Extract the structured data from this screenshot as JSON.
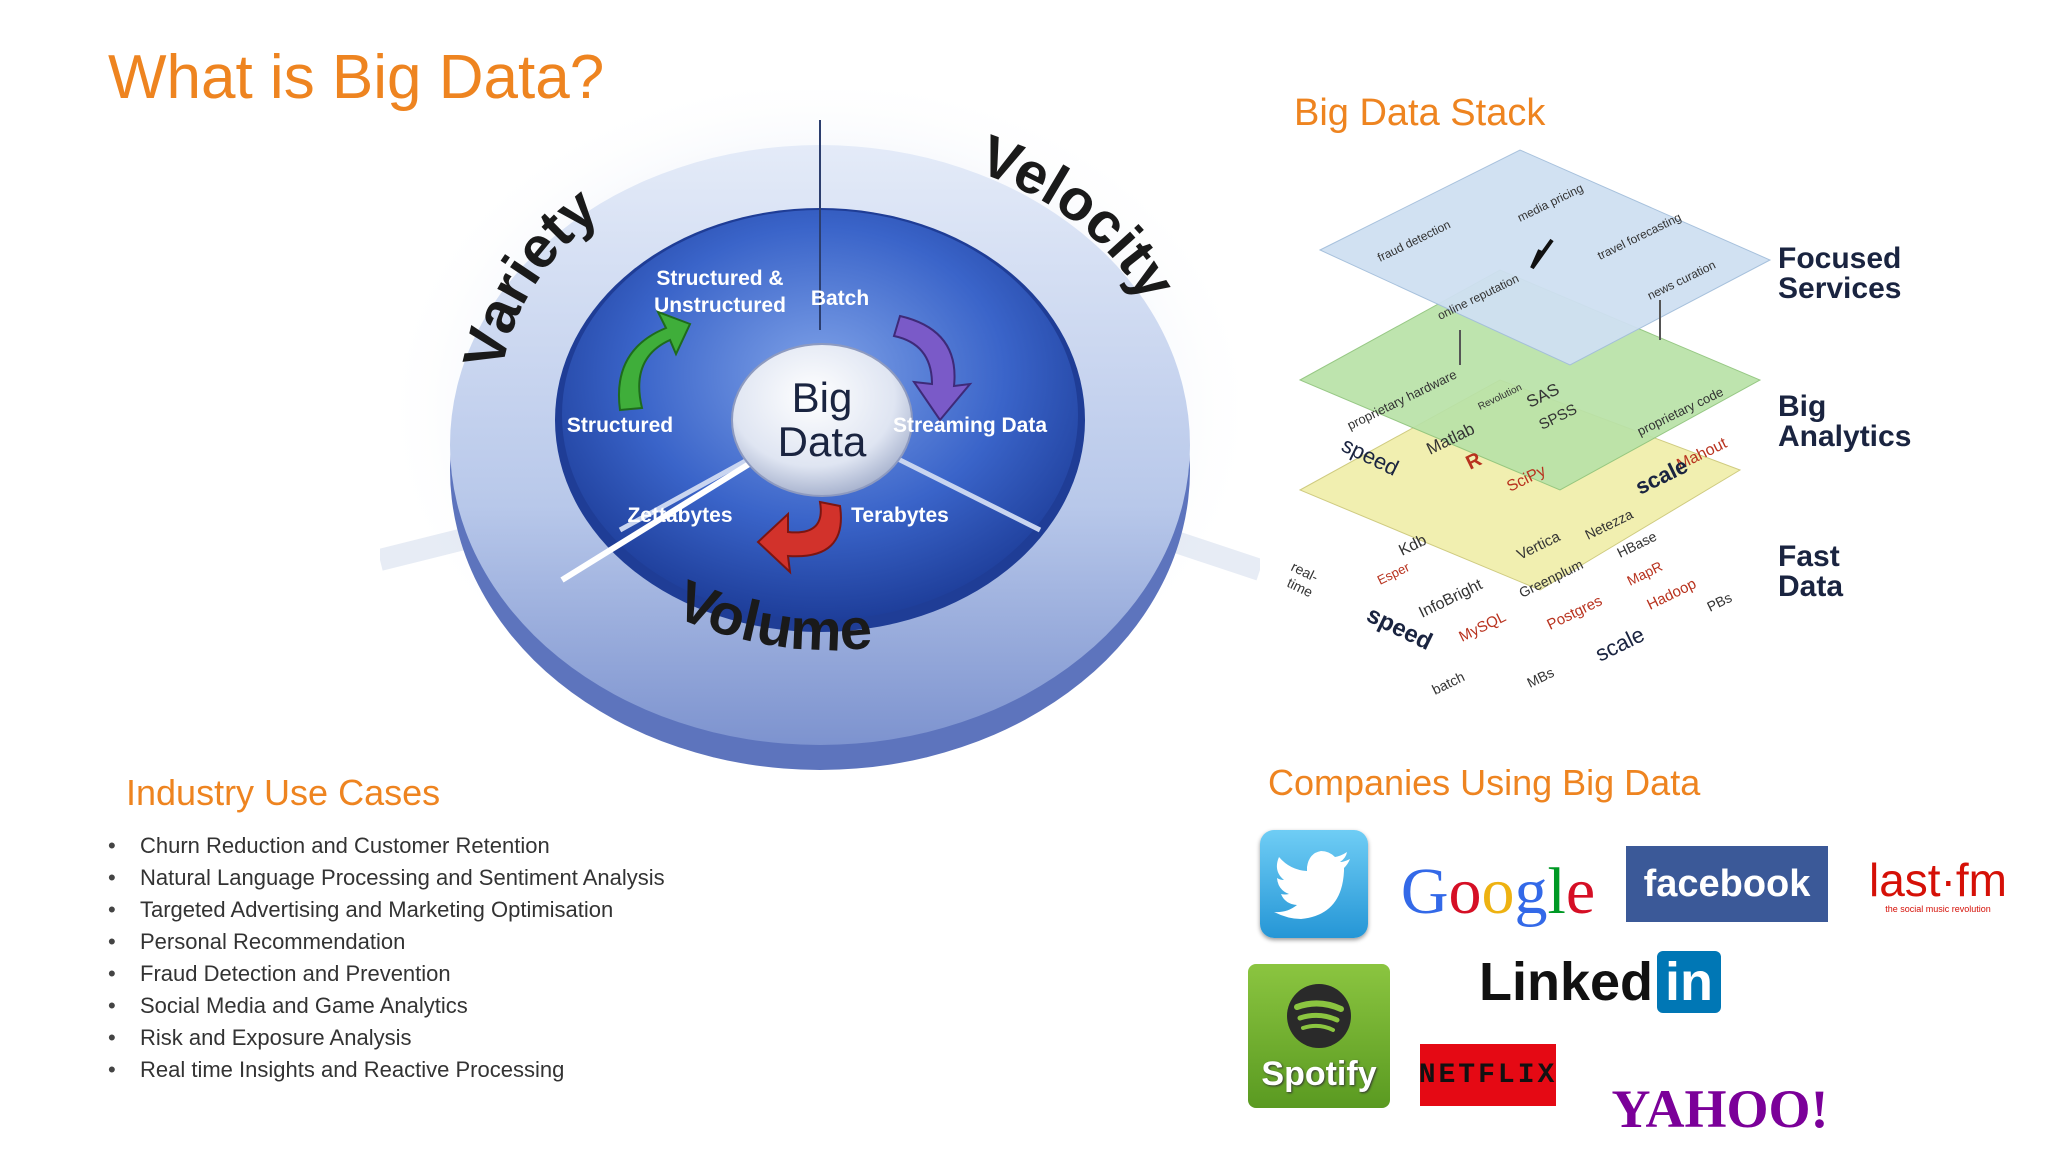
{
  "page": {
    "title": "What is Big Data?",
    "colors": {
      "accent": "#ee8420",
      "body_text": "#333333"
    }
  },
  "vvv_diagram": {
    "ring_labels": [
      "Variety",
      "Velocity",
      "Volume"
    ],
    "center": [
      "Big",
      "Data"
    ],
    "segments": {
      "structured_unstructured": [
        "Structured &",
        "Unstructured"
      ],
      "batch": "Batch",
      "structured": "Structured",
      "streaming": "Streaming Data",
      "zettabytes": "Zettabytes",
      "terabytes": "Terabytes"
    },
    "icons": [
      "green-arrow-icon",
      "purple-arrow-icon",
      "red-arrow-icon"
    ]
  },
  "stack": {
    "title": "Big Data Stack",
    "layers": [
      {
        "name": [
          "Focused",
          "Services"
        ],
        "color": "#cfe0f2",
        "items": [
          "fraud detection",
          "media pricing",
          "travel forecasting",
          "online reputation",
          "news curation"
        ]
      },
      {
        "name": [
          "Big",
          "Analytics"
        ],
        "color": "#b9e2a8",
        "items": [
          "proprietary hardware",
          "Revolution",
          "SAS",
          "SPSS",
          "proprietary code",
          "Matlab",
          "R",
          "SciPy",
          "Mahout"
        ]
      },
      {
        "name": [
          "Fast",
          "Data"
        ],
        "color": "#f1efb0",
        "items": [
          "Kdb",
          "Esper",
          "Vertica",
          "Netezza",
          "HBase",
          "InfoBright",
          "Greenplum",
          "MapR",
          "MySQL",
          "Postgres",
          "Hadoop"
        ]
      }
    ],
    "axis_labels": {
      "speed": "speed",
      "scale": "scale",
      "real_time": [
        "real-",
        "time"
      ],
      "batch": "batch",
      "mbs": "MBs",
      "pbs": "PBs"
    }
  },
  "industry": {
    "title": "Industry Use Cases",
    "items": [
      "Churn Reduction and Customer Retention",
      "Natural Language Processing and Sentiment Analysis",
      "Targeted Advertising and Marketing Optimisation",
      "Personal Recommendation",
      "Fraud Detection and Prevention",
      "Social Media and Game Analytics",
      "Risk and Exposure Analysis",
      "Real time Insights and Reactive Processing"
    ]
  },
  "companies": {
    "title": "Companies Using Big Data",
    "logos": {
      "google": [
        "G",
        "o",
        "o",
        "g",
        "l",
        "e"
      ],
      "google_colors": [
        "#3369e8",
        "#d50f25",
        "#eeb211",
        "#3369e8",
        "#009925",
        "#d50f25"
      ],
      "facebook": "facebook",
      "lastfm": "last·fm",
      "lastfm_tagline": "the social music revolution",
      "linkedin": "Linked",
      "linkedin_badge": "in",
      "spotify": "Spotify",
      "netflix": "NETFLIX",
      "yahoo": "YAHOO!"
    }
  }
}
